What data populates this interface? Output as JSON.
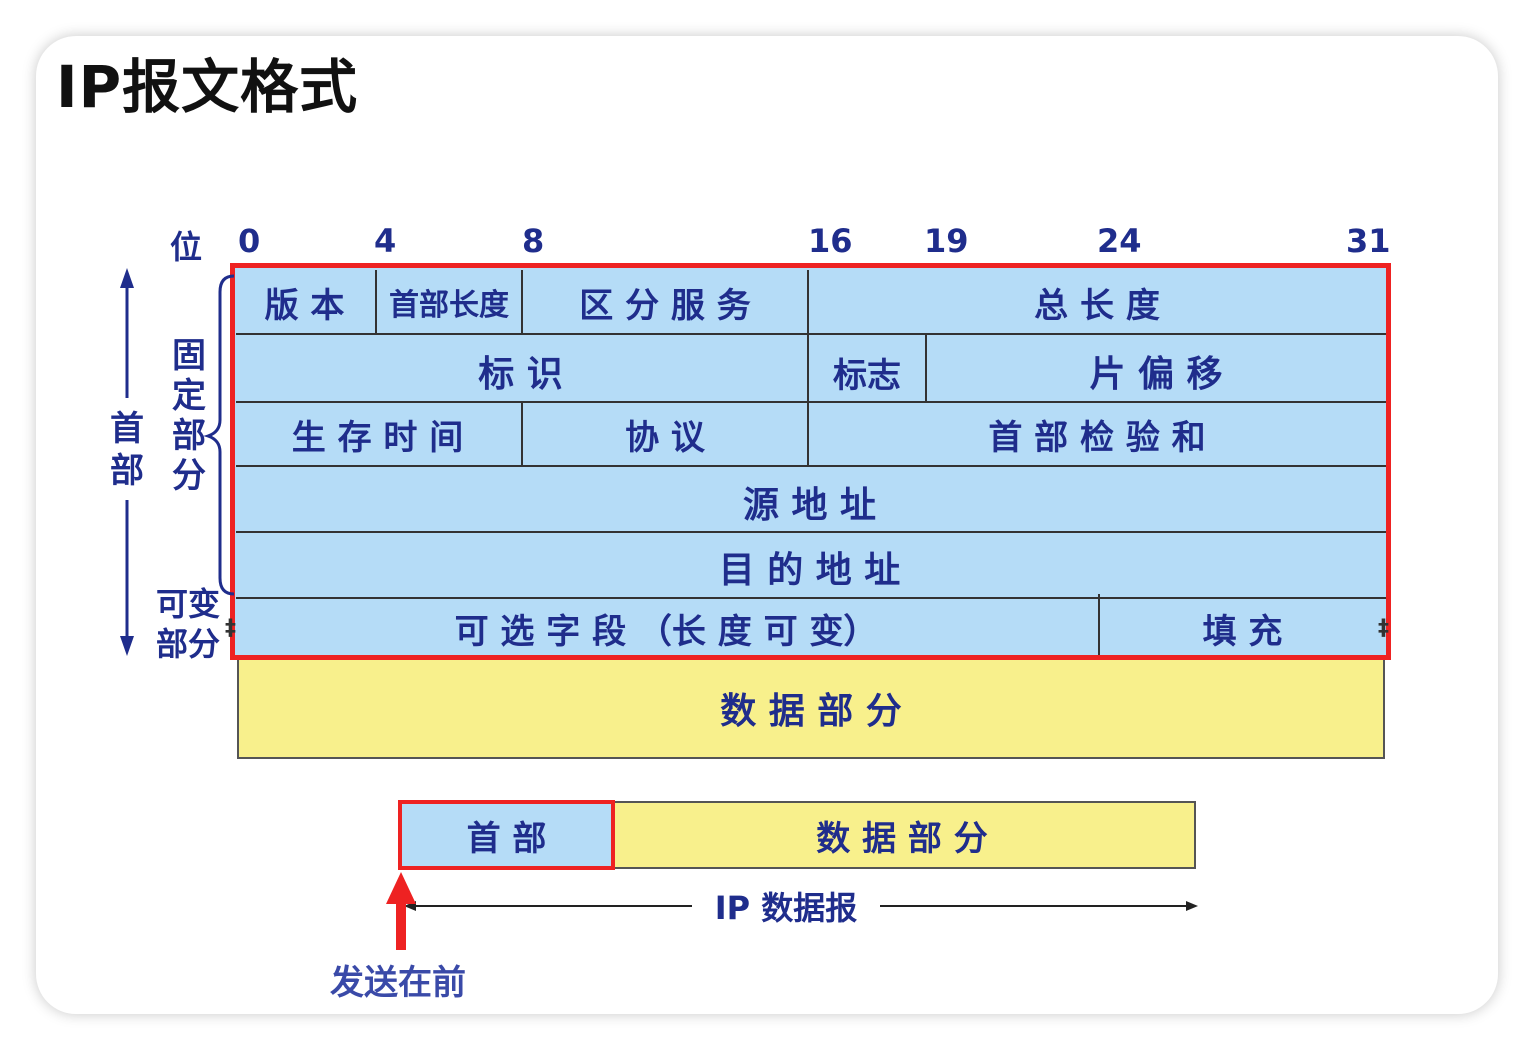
{
  "title": "IP报文格式",
  "bit_axis": {
    "label": "位",
    "ticks": [
      "0",
      "4",
      "8",
      "16",
      "19",
      "24",
      "31"
    ]
  },
  "side_labels": {
    "header": "首\n部",
    "fixed": "固\n定\n部\n分",
    "variable": "可变\n部分"
  },
  "header_fields": {
    "version": "版 本",
    "header_length": "首部长度",
    "diff_services": "区 分 服 务",
    "total_length": "总   长   度",
    "identification": "标     识",
    "flags": "标志",
    "fragment_offset": "片   偏   移",
    "ttl": "生 存 时 间",
    "protocol": "协     议",
    "header_checksum": "首   部   检   验   和",
    "source_address": "源   地   址",
    "destination_address": "目   的   地   址",
    "options": "可   选   字   段  （长   度   可   变）",
    "padding": "填       充"
  },
  "data_part": "数       据       部       分",
  "datagram": {
    "header": "首   部",
    "data": "数       据       部       分",
    "label": "IP 数据报",
    "send_first": "发送在前"
  },
  "colors": {
    "header_fill": "#b5dcf7",
    "data_fill": "#f8f08c",
    "highlight": "#ee2222",
    "text": "#1f2d8c"
  }
}
